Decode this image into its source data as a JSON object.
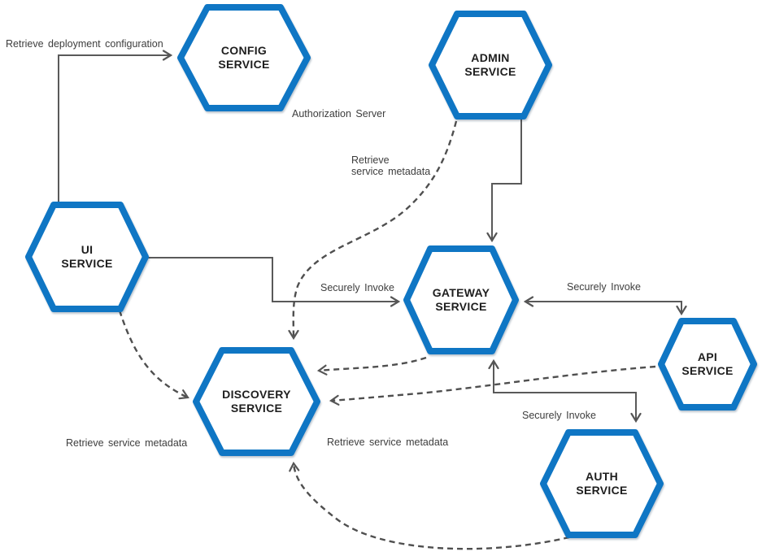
{
  "diagram": {
    "type": "microservices-architecture",
    "colors": {
      "node_border": "#0f76c4",
      "node_fill": "#ffffff",
      "solid_line": "#595959",
      "dashed_line": "#4f4f4f",
      "node_text": "#1e1e1e",
      "label_text": "#3d3d3d",
      "background": "#ffffff"
    },
    "nodes": {
      "config": {
        "line1": "CONFIG",
        "line2": "SERVICE"
      },
      "admin": {
        "line1": "ADMIN",
        "line2": "SERVICE"
      },
      "ui": {
        "line1": "UI",
        "line2": "SERVICE"
      },
      "gateway": {
        "line1": "GATEWAY",
        "line2": "SERVICE"
      },
      "discovery": {
        "line1": "DISCOVERY",
        "line2": "SERVICE"
      },
      "api": {
        "line1": "API",
        "line2": "SERVICE"
      },
      "auth": {
        "line1": "AUTH",
        "line2": "SERVICE"
      }
    },
    "labels": {
      "retrieve_deployment_configuration": "Retrieve deployment configuration",
      "authorization_server": "Authorization Server",
      "retrieve_service_metadata_admin": "Retrieve\nservice metadata",
      "securely_invoke_ui_gateway": "Securely Invoke",
      "securely_invoke_api_gateway": "Securely Invoke",
      "securely_invoke_gateway_auth": "Securely Invoke",
      "retrieve_service_metadata_ui": "Retrieve service metadata",
      "retrieve_service_metadata_api": "Retrieve service metadata"
    },
    "edges": [
      {
        "from": "UI SERVICE",
        "to": "CONFIG SERVICE",
        "label": "Retrieve deployment configuration",
        "style": "solid",
        "arrows": "end"
      },
      {
        "from": "ADMIN SERVICE",
        "to": "GATEWAY SERVICE",
        "label": "",
        "style": "solid",
        "arrows": "end"
      },
      {
        "from": "UI SERVICE",
        "to": "GATEWAY SERVICE",
        "label": "Securely Invoke",
        "style": "solid",
        "arrows": "end"
      },
      {
        "from": "API SERVICE",
        "to": "GATEWAY SERVICE",
        "label": "Securely Invoke",
        "style": "solid",
        "arrows": "both"
      },
      {
        "from": "GATEWAY SERVICE",
        "to": "AUTH SERVICE",
        "label": "Securely Invoke",
        "style": "solid",
        "arrows": "both"
      },
      {
        "from": "ADMIN SERVICE",
        "to": "DISCOVERY SERVICE",
        "label": "Retrieve service metadata",
        "style": "dashed",
        "arrows": "end"
      },
      {
        "from": "UI SERVICE",
        "to": "DISCOVERY SERVICE",
        "label": "Retrieve service metadata",
        "style": "dashed",
        "arrows": "end"
      },
      {
        "from": "GATEWAY SERVICE",
        "to": "DISCOVERY SERVICE",
        "label": "",
        "style": "dashed",
        "arrows": "end"
      },
      {
        "from": "API SERVICE",
        "to": "DISCOVERY SERVICE",
        "label": "Retrieve service metadata",
        "style": "dashed",
        "arrows": "end"
      },
      {
        "from": "AUTH SERVICE",
        "to": "DISCOVERY SERVICE",
        "label": "",
        "style": "dashed",
        "arrows": "end"
      }
    ]
  }
}
